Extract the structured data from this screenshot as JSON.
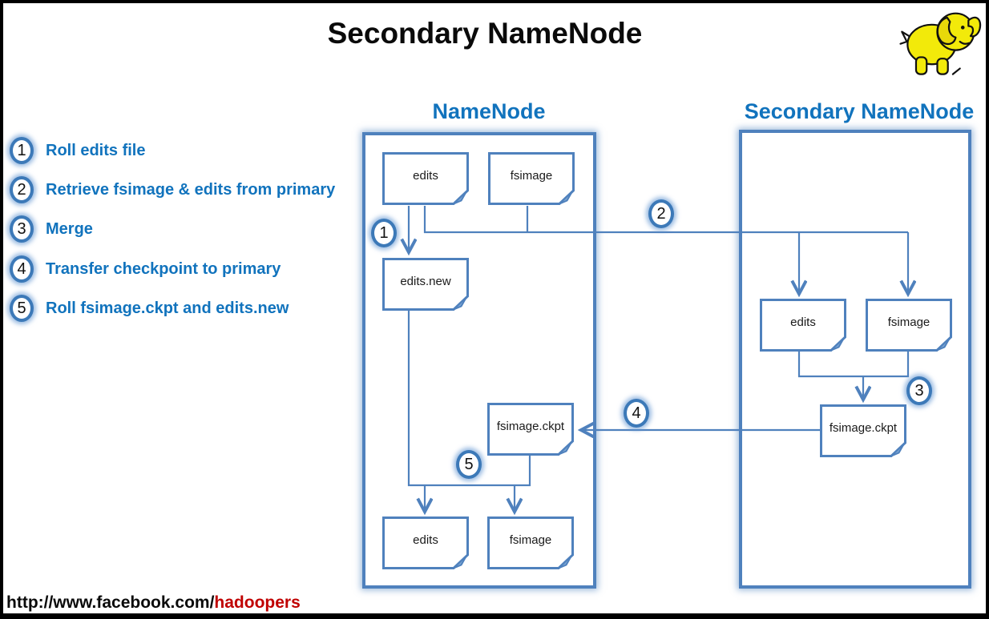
{
  "title": "Secondary NameNode",
  "legend": {
    "items": [
      {
        "num": "1",
        "text": "Roll edits file"
      },
      {
        "num": "2",
        "text": "Retrieve fsimage & edits from primary"
      },
      {
        "num": "3",
        "text": "Merge"
      },
      {
        "num": "4",
        "text": "Transfer checkpoint to primary"
      },
      {
        "num": "5",
        "text": "Roll fsimage.ckpt and edits.new"
      }
    ]
  },
  "diagram": {
    "namenode": {
      "heading": "NameNode",
      "files": {
        "edits_top": "edits",
        "fsimage_top": "fsimage",
        "edits_new": "edits.new",
        "fsimage_ckpt": "fsimage.ckpt",
        "edits_bottom": "edits",
        "fsimage_bottom": "fsimage"
      }
    },
    "secondary": {
      "heading": "Secondary NameNode",
      "files": {
        "edits": "edits",
        "fsimage": "fsimage",
        "fsimage_ckpt": "fsimage.ckpt"
      }
    },
    "step_badges": [
      "1",
      "2",
      "3",
      "4",
      "5"
    ]
  },
  "footer": {
    "url_prefix": "http://www.facebook.com/",
    "url_highlight": "hadoopers"
  },
  "colors": {
    "shape_blue": "#4f81bd",
    "text_blue": "#1173bd",
    "highlight_red": "#c00000",
    "logo_yellow": "#f2ea0a"
  }
}
